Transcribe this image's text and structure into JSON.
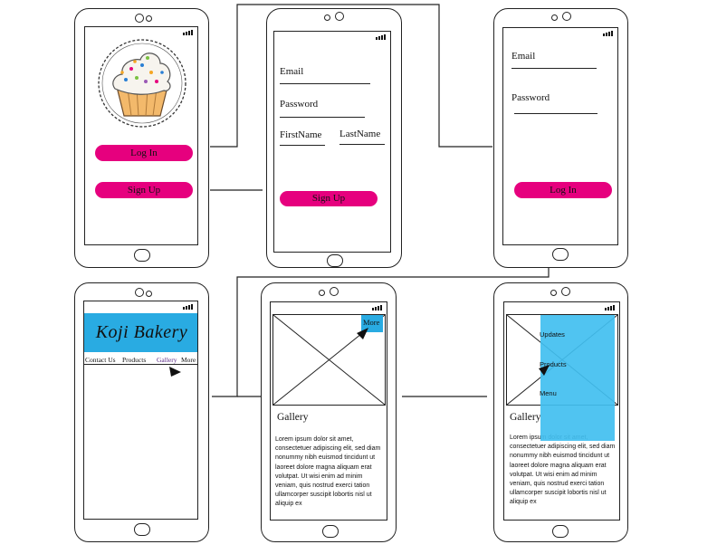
{
  "login_screen": {
    "login_button": "Log In",
    "signup_button": "Sign Up"
  },
  "signup_screen": {
    "email_label": "Email",
    "password_label": "Password",
    "firstname_label": "FirstName",
    "lastname_label": "LastName",
    "signup_button": "Sign Up"
  },
  "credentials_screen": {
    "email_label": "Email",
    "password_label": "Password",
    "login_button": "Log In"
  },
  "home_screen": {
    "brand_title": "Koji Bakery",
    "nav_items": [
      "Contact Us",
      "Products",
      "Gallery",
      "More"
    ]
  },
  "gallery_screen": {
    "more_button": "More",
    "title": "Gallery",
    "body": "Lorem ipsum dolor sit amet, consectetuer adipiscing elit, sed diam nonummy nibh euismod tincidunt ut laoreet dolore magna aliquam erat volutpat. Ut wisi enim ad minim veniam, quis nostrud exerci tation ullamcorper suscipit lobortis nisl ut aliquip ex"
  },
  "menu_screen": {
    "menu_items": [
      "Updates",
      "Products",
      "Menu"
    ],
    "title": "Gallery",
    "body": "Lorem ipsum dolor sit amet, consectetuer adipiscing elit, sed diam nonummy nibh euismod tincidunt ut laoreet dolore magna aliquam erat volutpat. Ut wisi enim ad minim veniam, quis nostrud exerci tation ullamcorper suscipit lobortis nisl ut aliquip ex"
  },
  "colors": {
    "accent_pink": "#e6007e",
    "accent_blue": "#29abe2",
    "overlay_blue": "#41bff0",
    "outline": "#222222",
    "gallery_link": "#5b2a86"
  }
}
